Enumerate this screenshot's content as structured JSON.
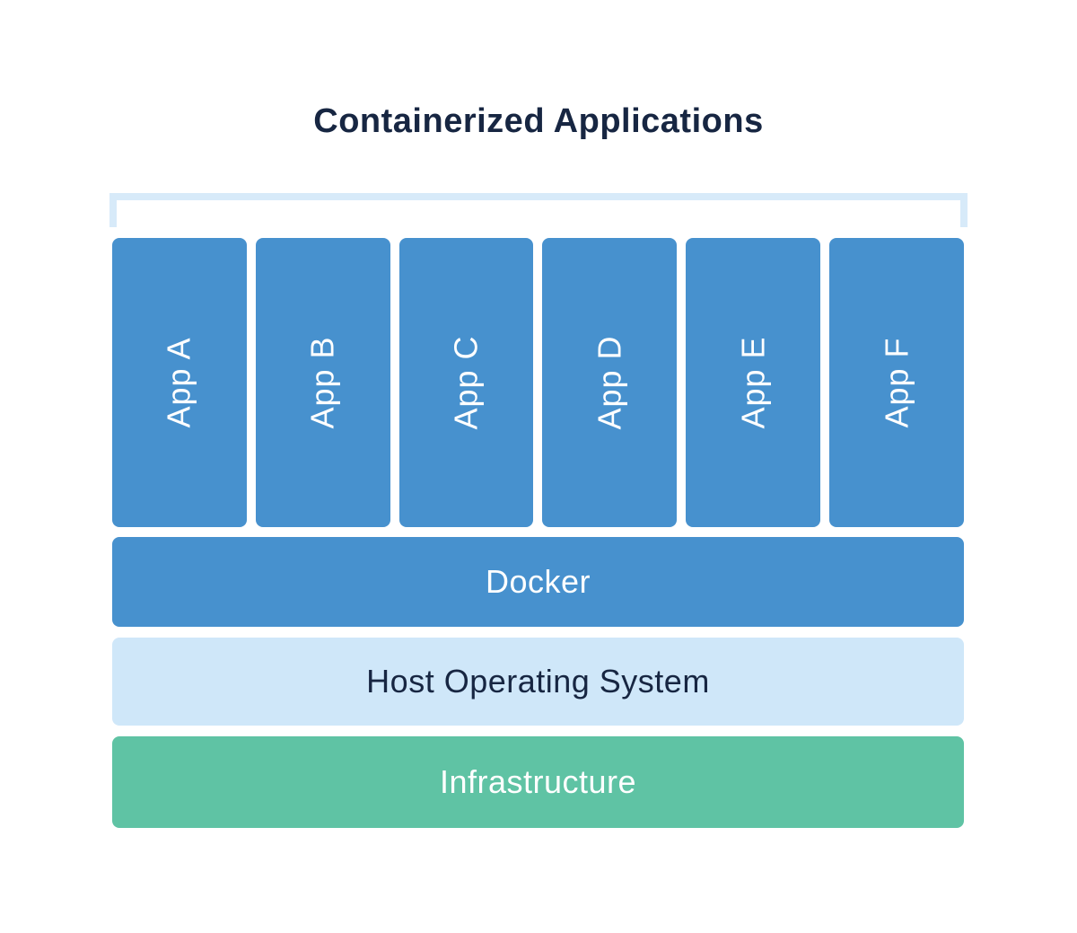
{
  "title": "Containerized Applications",
  "apps": [
    {
      "label": "App A"
    },
    {
      "label": "App B"
    },
    {
      "label": "App C"
    },
    {
      "label": "App D"
    },
    {
      "label": "App E"
    },
    {
      "label": "App F"
    }
  ],
  "layers": [
    {
      "label": "Docker",
      "bg": "#4791CE",
      "text_color": "#FFFFFF"
    },
    {
      "label": "Host Operating System",
      "bg": "#CFE7F9",
      "text_color": "#172642"
    },
    {
      "label": "Infrastructure",
      "bg": "#5FC3A4",
      "text_color": "#FFFFFF"
    }
  ],
  "colors": {
    "app_box": "#4791CE",
    "app_text": "#FFFFFF",
    "bracket": "#D7EAF9",
    "title_text": "#172642",
    "background": "#FFFFFF"
  }
}
